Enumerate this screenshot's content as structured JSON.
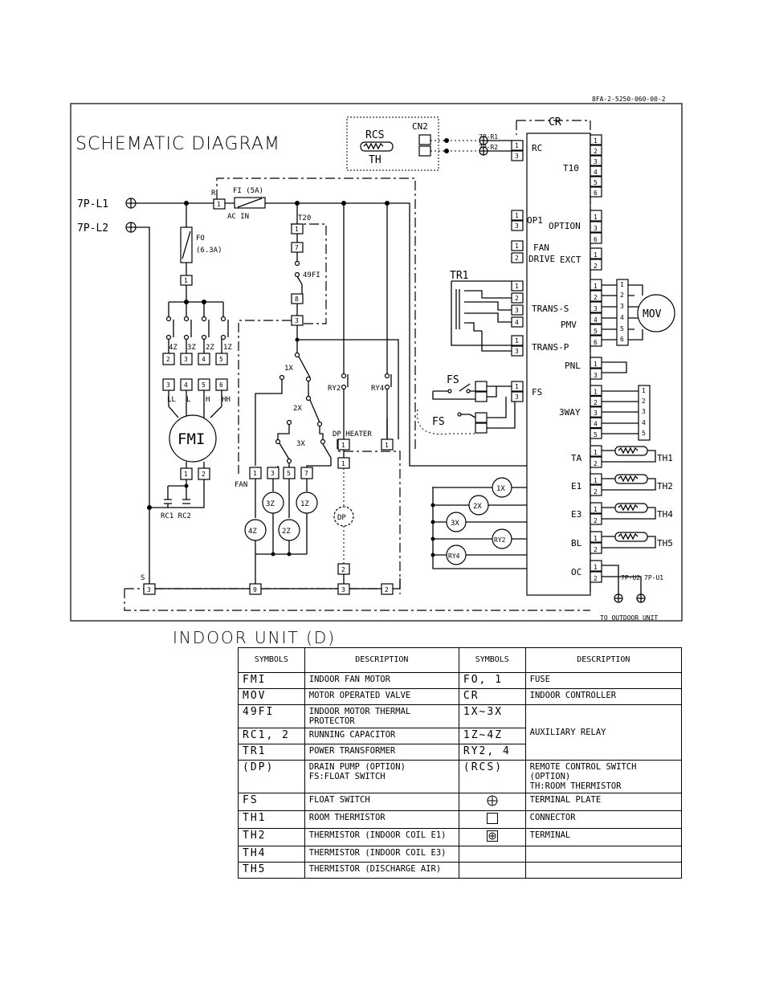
{
  "drawing_number": "8FA-2-5250-060-00-2",
  "title": "SCHEMATIC DIAGRAM",
  "subtitle": "INDOOR UNIT (D)",
  "labels": {
    "l1": "7P-L1",
    "l2": "7P-L2",
    "rcs": "RCS",
    "th": "TH",
    "cn2": "CN2",
    "p1": "7P-R1",
    "p2": "7P-R2",
    "cr": "CR",
    "r": "R",
    "fi": "FI (5A)",
    "acin": "AC IN",
    "fo": "FO",
    "fo_rating": "(6.3A)",
    "t20": "T20",
    "f49": "49FI",
    "z4": "4Z",
    "z3": "3Z",
    "z2": "2Z",
    "z1": "1Z",
    "ll": "LL",
    "l": "L",
    "h": "H",
    "hh": "HH",
    "fmi": "FMI",
    "rc12": "RC1 RC2",
    "fan": "FAN",
    "s": "S",
    "x1": "1X",
    "x2": "2X",
    "x3": "3X",
    "ry2": "RY2",
    "ry4": "RY4",
    "dph": "DP HEATER",
    "dp": "DP",
    "rc": "RC",
    "t10": "T10",
    "op1": "OP1",
    "option": "OPTION",
    "fan_drive1": "FAN",
    "fan_drive2": "DRIVE",
    "exct": "EXCT",
    "tr1": "TR1",
    "trans_s": "TRANS-S",
    "pmv": "PMV",
    "trans_p": "TRANS-P",
    "mov": "MOV",
    "pnl": "PNL",
    "fs": "FS",
    "way3": "3WAY",
    "ta": "TA",
    "e1": "E1",
    "e3": "E3",
    "bl": "BL",
    "oc": "OC",
    "th1": "TH1",
    "th2": "TH2",
    "th4": "TH4",
    "th5": "TH5",
    "u2": "7P-U2",
    "u1": "7P-U1",
    "outdoor": "TO OUTDOOR UNIT"
  },
  "legend": {
    "headers": [
      "SYMBOLS",
      "DESCRIPTION",
      "SYMBOLS",
      "DESCRIPTION"
    ],
    "rows": [
      [
        "FMI",
        "INDOOR FAN MOTOR",
        "FO, 1",
        "FUSE"
      ],
      [
        "MOV",
        "MOTOR OPERATED VALVE",
        "CR",
        "INDOOR CONTROLLER"
      ],
      [
        "49FI",
        "INDOOR MOTOR THERMAL PROTECTOR",
        "1X~3X",
        "AUXILIARY RELAY"
      ],
      [
        "RC1, 2",
        "RUNNING CAPACITOR",
        "1Z~4Z",
        ""
      ],
      [
        "TR1",
        "POWER TRANSFORMER",
        "RY2, 4",
        ""
      ],
      [
        "(DP)",
        "DRAIN PUMP (OPTION)",
        "(RCS)",
        "REMOTE CONTROL SWITCH (OPTION)"
      ],
      [
        "FS",
        "FLOAT SWITCH",
        "terminal-plate-icon",
        "TERMINAL PLATE"
      ],
      [
        "TH1",
        "ROOM THERMISTOR",
        "connector-icon",
        "CONNECTOR"
      ],
      [
        "TH2",
        "THERMISTOR (INDOOR COIL E1)",
        "terminal-icon",
        "TERMINAL"
      ],
      [
        "TH4",
        "THERMISTOR (INDOOR COIL E3)",
        "",
        ""
      ],
      [
        "TH5",
        "THERMISTOR (DISCHARGE AIR)",
        "",
        ""
      ]
    ],
    "dp_note": "FS:FLOAT SWITCH",
    "rcs_note": "TH:ROOM THERMISTOR"
  }
}
